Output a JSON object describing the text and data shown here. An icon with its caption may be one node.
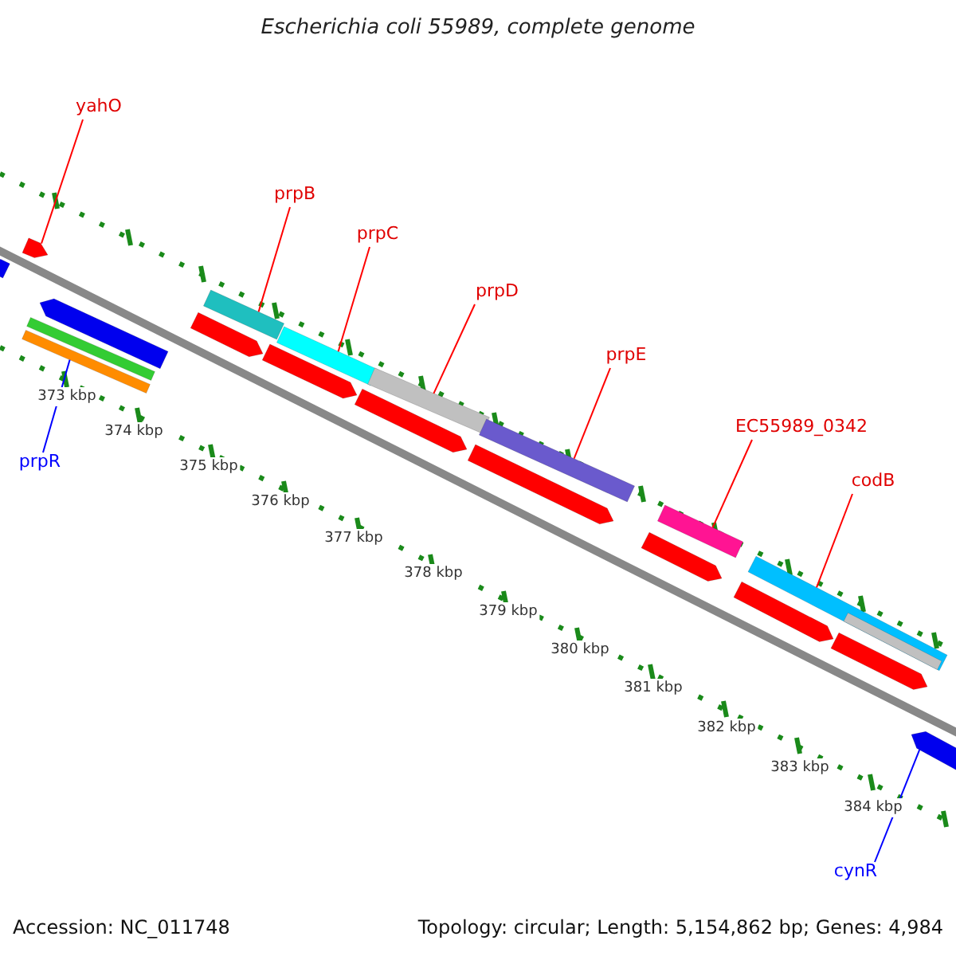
{
  "diagram": {
    "title": "Escherichia coli 55989, complete genome",
    "nodes": [
      {
        "text": [
          "yahO"
        ]
      },
      {
        "text": [
          "prpB"
        ]
      },
      {
        "text": [
          "prpC"
        ]
      },
      {
        "text": [
          "prpD"
        ]
      },
      {
        "text": [
          "prpE"
        ]
      },
      {
        "text": [
          "EC55989_0342"
        ]
      },
      {
        "text": [
          "codB"
        ]
      },
      {
        "text": [
          "prpR"
        ]
      },
      {
        "text": [
          "cynR"
        ]
      },
      {
        "text": [],
        "shape": "arrow"
      },
      {
        "text": [],
        "shape": "arrow"
      },
      {
        "text": [],
        "shape": "arrow"
      },
      {
        "text": [],
        "shape": "bar"
      },
      {
        "text": [],
        "shape": "bar"
      },
      {
        "text": [],
        "shape": "bar"
      },
      {
        "text": [],
        "shape": "arrow"
      },
      {
        "text": [],
        "shape": "bar"
      },
      {
        "text": [],
        "shape": "arrow"
      },
      {
        "text": [],
        "shape": "bar"
      },
      {
        "text": [],
        "shape": "arrow"
      },
      {
        "text": [],
        "shape": "bar"
      },
      {
        "text": [],
        "shape": "arrow"
      },
      {
        "text": [],
        "shape": "bar"
      },
      {
        "text": [],
        "shape": "arrow"
      },
      {
        "text": [],
        "shape": "bar"
      },
      {
        "text": [],
        "shape": "arrow"
      },
      {
        "text": [],
        "shape": "bar",
        "in": 24
      },
      {
        "text": [],
        "shape": "arrow"
      },
      {
        "text": [],
        "shape": "arrow"
      }
    ],
    "edges": [
      {
        "from": 0,
        "to": 9,
        "arrow": "none"
      },
      {
        "from": 1,
        "to": 14,
        "arrow": "none"
      },
      {
        "from": 2,
        "to": 16,
        "arrow": "none"
      },
      {
        "from": 3,
        "to": 18,
        "arrow": "none"
      },
      {
        "from": 4,
        "to": 20,
        "arrow": "none"
      },
      {
        "from": 5,
        "to": 22,
        "arrow": "none"
      },
      {
        "from": 6,
        "to": 24,
        "arrow": "none"
      },
      {
        "from": 7,
        "to": 13,
        "arrow": "none",
        "color": "#0000ff"
      },
      {
        "from": 8,
        "to": 28,
        "arrow": "none",
        "color": "#0000ff"
      }
    ],
    "labels": [
      "373 kbp",
      "374 kbp",
      "375 kbp",
      "376 kbp",
      "377 kbp",
      "378 kbp",
      "379 kbp",
      "380 kbp",
      "381 kbp",
      "382 kbp",
      "383 kbp",
      "384 kbp",
      "Accession: NC_011748",
      "Topology: circular; Length: 5,154,862 bp; Genes: 4,984"
    ]
  }
}
